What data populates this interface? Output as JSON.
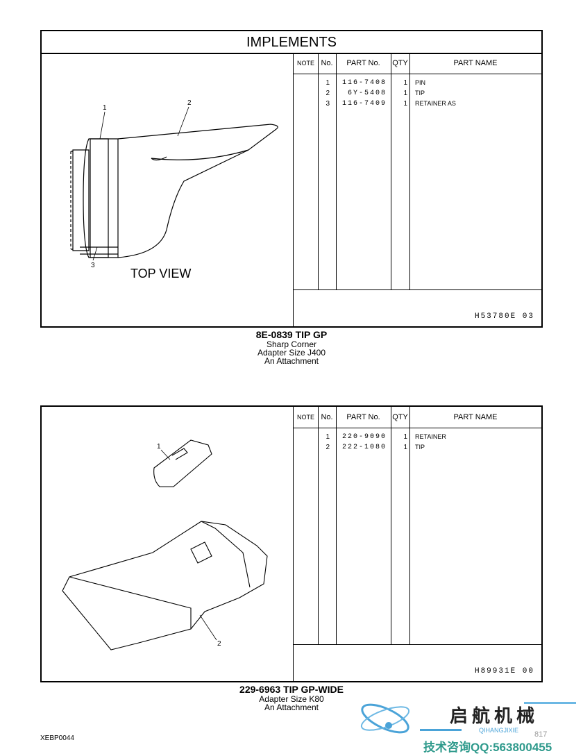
{
  "sections": [
    {
      "title": "IMPLEMENTS",
      "headers": {
        "note": "NOTE",
        "no": "No.",
        "part_no": "PART No.",
        "qty": "QTY",
        "part_name": "PART NAME"
      },
      "rows": [
        {
          "no": "1",
          "part_no": "116-7408",
          "qty": "1",
          "name": "PIN"
        },
        {
          "no": "2",
          "part_no": "6Y-5408",
          "qty": "1",
          "name": "TIP"
        },
        {
          "no": "3",
          "part_no": "116-7409",
          "qty": "1",
          "name": "RETAINER AS"
        }
      ],
      "callouts": [
        "1",
        "2",
        "3"
      ],
      "view_label": "TOP VIEW",
      "footer_code": "H53780E   03",
      "caption": {
        "title": "8E-0839  TIP  GP",
        "lines": [
          "Sharp  Corner",
          "Adapter Size J400",
          "An Attachment"
        ]
      }
    },
    {
      "headers": {
        "note": "NOTE",
        "no": "No.",
        "part_no": "PART No.",
        "qty": "QTY",
        "part_name": "PART NAME"
      },
      "rows": [
        {
          "no": "1",
          "part_no": "220-9090",
          "qty": "1",
          "name": "RETAINER"
        },
        {
          "no": "2",
          "part_no": "222-1080",
          "qty": "1",
          "name": "TIP"
        }
      ],
      "callouts": [
        "1",
        "2"
      ],
      "footer_code": "H89931E   00",
      "caption": {
        "title": "229-6963  TIP  GP-WIDE",
        "lines": [
          "Adapter Size K80",
          "An Attachment"
        ]
      }
    }
  ],
  "doc_code": "XEBP0044",
  "page_number": "817",
  "watermark": {
    "name": "启航机械",
    "pinyin": "QIHANGJIXIE",
    "contact": "技术咨询QQ:563800455"
  }
}
